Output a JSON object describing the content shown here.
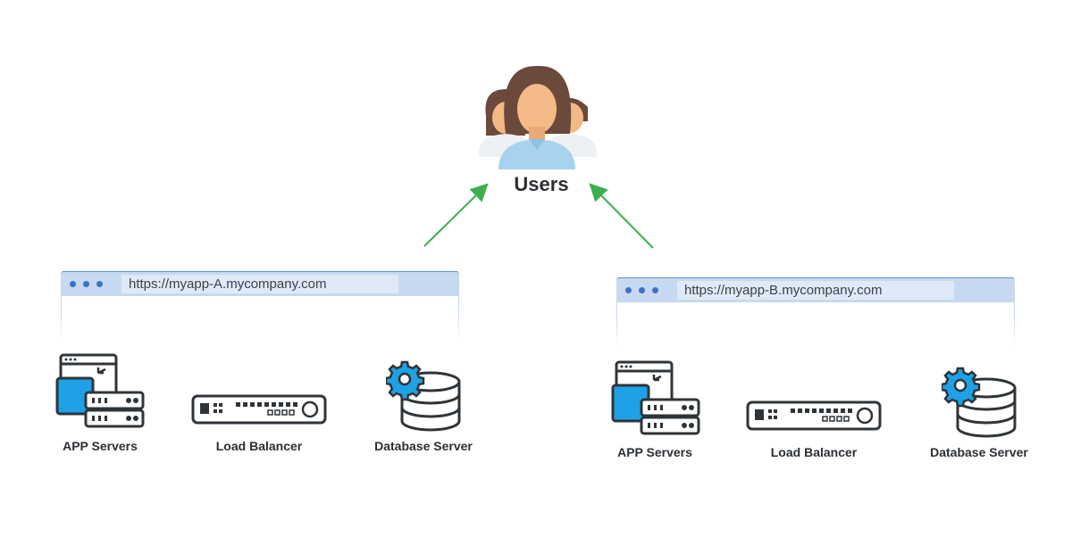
{
  "users": {
    "label": "Users",
    "icon": "users-group-icon"
  },
  "colors": {
    "arrow": "#3bb04d",
    "accent_blue": "#1ea1e6",
    "icon_stroke": "#2f3438",
    "browser_bar": "#c7d9f1"
  },
  "environments": [
    {
      "url": "https://myapp-A.mycompany.com",
      "components": [
        {
          "label": "APP Servers",
          "icon": "app-servers-icon"
        },
        {
          "label": "Load Balancer",
          "icon": "load-balancer-icon"
        },
        {
          "label": "Database Server",
          "icon": "database-server-icon"
        }
      ]
    },
    {
      "url": "https://myapp-B.mycompany.com",
      "components": [
        {
          "label": "APP Servers",
          "icon": "app-servers-icon"
        },
        {
          "label": "Load Balancer",
          "icon": "load-balancer-icon"
        },
        {
          "label": "Database Server",
          "icon": "database-server-icon"
        }
      ]
    }
  ]
}
